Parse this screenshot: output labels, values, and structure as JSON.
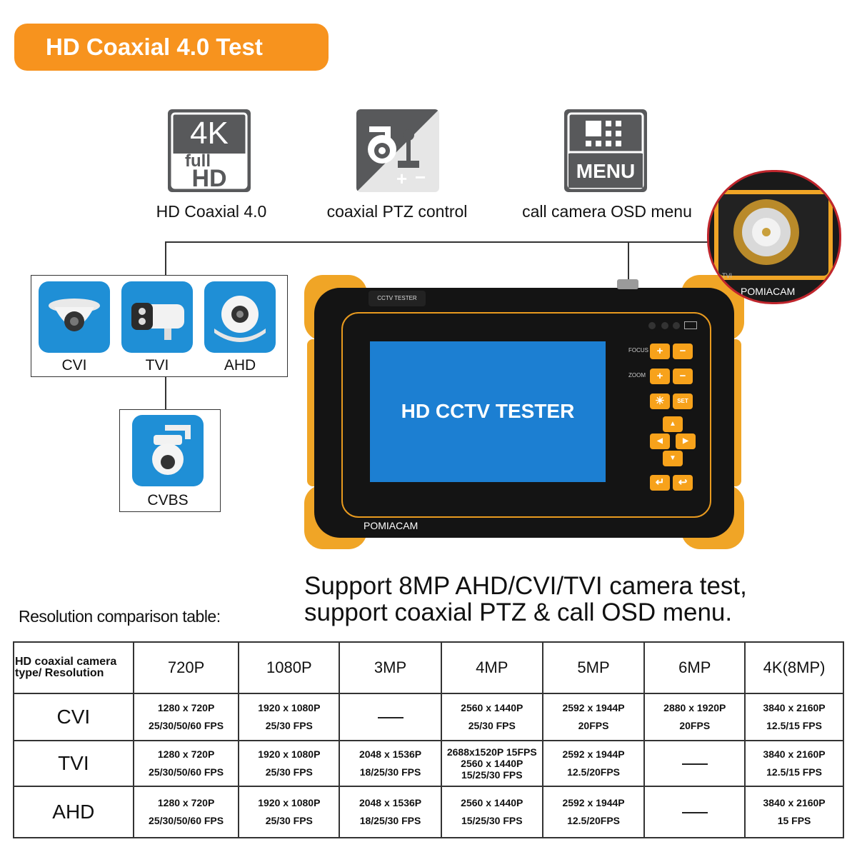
{
  "banner": {
    "title": "HD Coaxial 4.0 Test"
  },
  "features": [
    {
      "icon": "4k-full-hd-icon",
      "icon_text_top": "4K",
      "icon_text_mid": "full",
      "icon_text_bot": "HD",
      "label": "HD Coaxial 4.0"
    },
    {
      "icon": "ptz-camera-joystick-icon",
      "label": "coaxial PTZ control"
    },
    {
      "icon": "menu-icon",
      "icon_text": "MENU",
      "label": "call camera OSD menu"
    }
  ],
  "cameras": [
    {
      "name": "CVI",
      "icon": "dome-camera-icon"
    },
    {
      "name": "TVI",
      "icon": "bullet-camera-icon"
    },
    {
      "name": "AHD",
      "icon": "dome-camera-icon"
    },
    {
      "name": "CVBS",
      "icon": "ptz-camera-icon"
    }
  ],
  "device": {
    "top_label": "CCTV TESTER",
    "screen_text": "HD CCTV TESTER",
    "brand": "POMIACAM",
    "focus_label": "FOCUS",
    "zoom_label": "ZOOM",
    "set_label": "SET",
    "zoom_inset_brand": "POMIACAM",
    "zoom_inset_small": "TVI"
  },
  "headline": {
    "line1": "Support 8MP AHD/CVI/TVI camera test,",
    "line2": "support coaxial PTZ & call OSD menu."
  },
  "table": {
    "caption": "Resolution comparison table:",
    "header_line1": "HD coaxial camera",
    "header_line2": "type/ Resolution",
    "columns": [
      "720P",
      "1080P",
      "3MP",
      "4MP",
      "5MP",
      "6MP",
      "4K(8MP)"
    ],
    "rows": [
      {
        "type": "CVI",
        "cells": [
          [
            "1280 x 720P",
            "25/30/50/60 FPS"
          ],
          [
            "1920 x 1080P",
            "25/30 FPS"
          ],
          null,
          [
            "2560 x 1440P",
            "25/30 FPS"
          ],
          [
            "2592 x 1944P",
            "20FPS"
          ],
          [
            "2880 x 1920P",
            "20FPS"
          ],
          [
            "3840 x 2160P",
            "12.5/15 FPS"
          ]
        ]
      },
      {
        "type": "TVI",
        "cells": [
          [
            "1280 x 720P",
            "25/30/50/60 FPS"
          ],
          [
            "1920 x 1080P",
            "25/30 FPS"
          ],
          [
            "2048 x 1536P",
            "18/25/30 FPS"
          ],
          [
            "2688x1520P 15FPS",
            "2560 x 1440P",
            "15/25/30 FPS"
          ],
          [
            "2592 x 1944P",
            "12.5/20FPS"
          ],
          null,
          [
            "3840 x 2160P",
            "12.5/15 FPS"
          ]
        ]
      },
      {
        "type": "AHD",
        "cells": [
          [
            "1280 x 720P",
            "25/30/50/60 FPS"
          ],
          [
            "1920 x 1080P",
            "25/30 FPS"
          ],
          [
            "2048 x 1536P",
            "18/25/30 FPS"
          ],
          [
            "2560 x 1440P",
            "15/25/30 FPS"
          ],
          [
            "2592 x 1944P",
            "12.5/20FPS"
          ],
          null,
          [
            "3840 x 2160P",
            "15 FPS"
          ]
        ]
      }
    ]
  },
  "colors": {
    "accent": "#f7931e",
    "icon_bg": "#58595b",
    "tile_blue": "#1f8fd6",
    "screen_blue": "#1c7fd2",
    "bumper": "#f0a526"
  }
}
